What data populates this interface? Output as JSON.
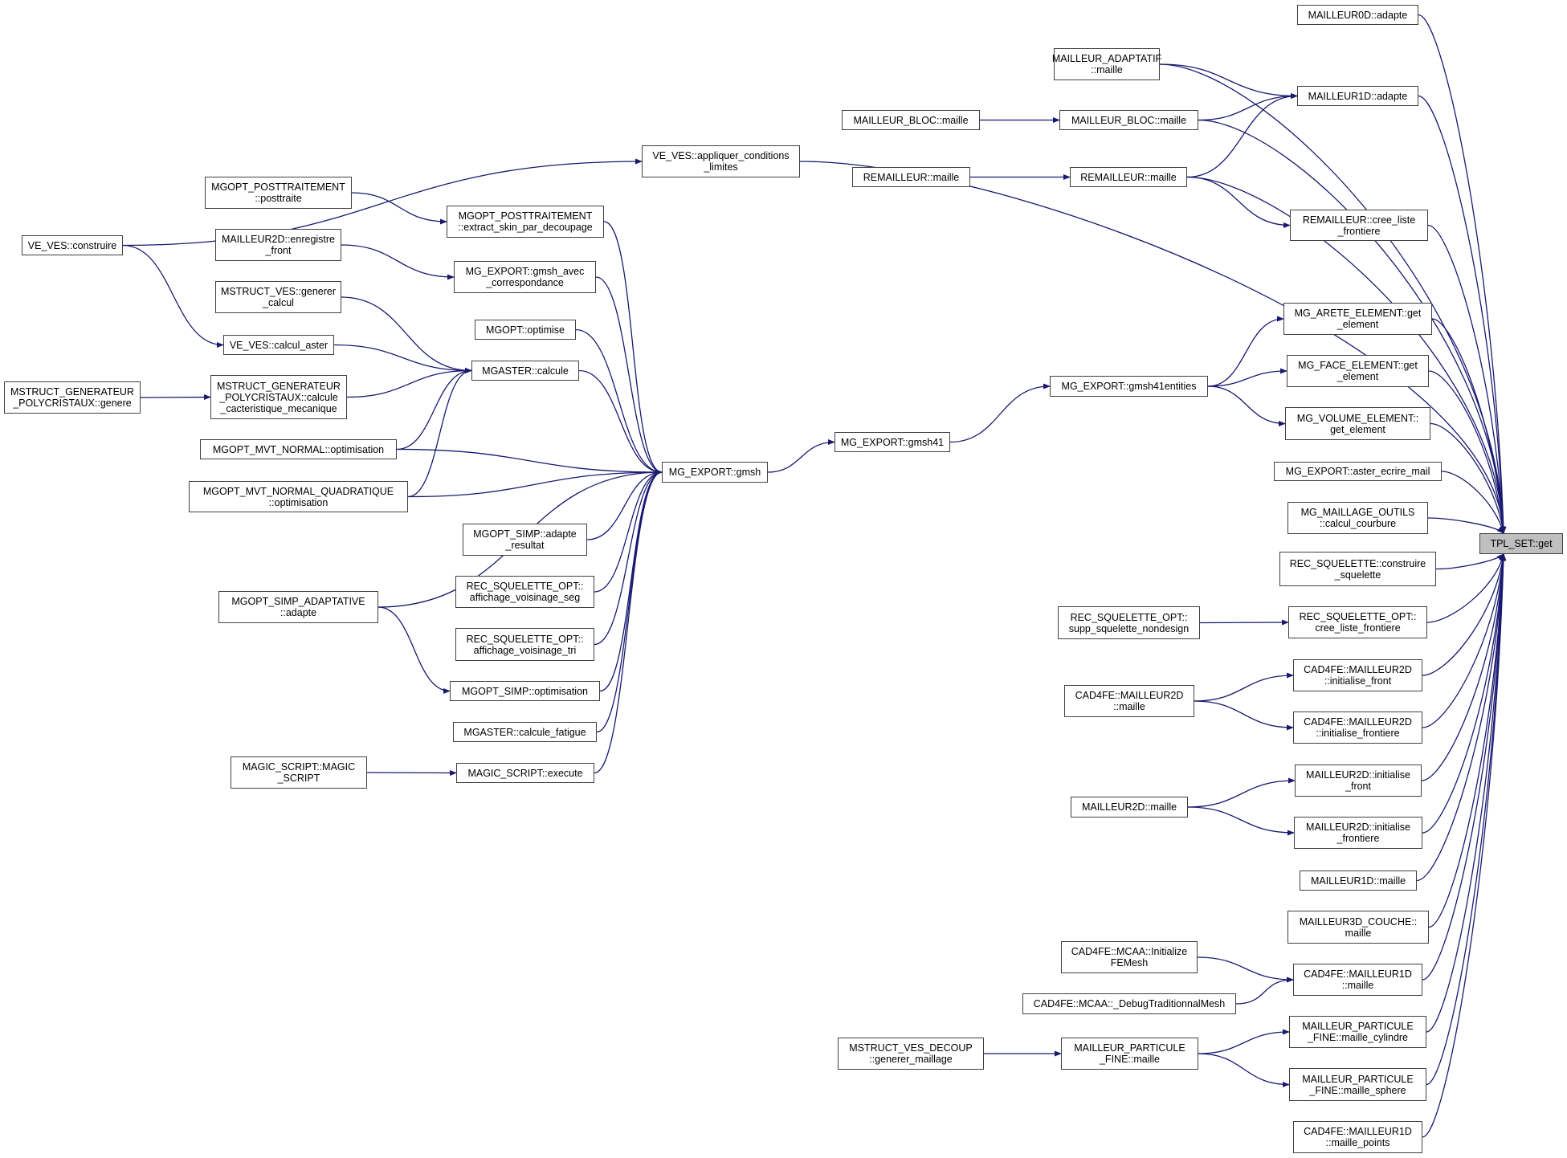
{
  "diagram": {
    "type": "caller-graph",
    "root": "TPL_SET::get",
    "colors": {
      "edge": "#191970",
      "node_border": "#404040",
      "root_fill": "#bfbfbf",
      "node_fill": "#ffffff"
    },
    "nodes": [
      {
        "id": "tpl_set_get",
        "lines": [
          "TPL_SET::get"
        ],
        "root": true
      },
      {
        "id": "mailleur0d_adapte",
        "lines": [
          "MAILLEUR0D::adapte"
        ]
      },
      {
        "id": "mailleur_adaptatif_maille",
        "lines": [
          "MAILLEUR_ADAPTATIF",
          "::maille"
        ]
      },
      {
        "id": "mailleur1d_adapte",
        "lines": [
          "MAILLEUR1D::adapte"
        ]
      },
      {
        "id": "mailleur_bloc_maille_a",
        "lines": [
          "MAILLEUR_BLOC::maille"
        ]
      },
      {
        "id": "mailleur_bloc_maille_b",
        "lines": [
          "MAILLEUR_BLOC::maille"
        ]
      },
      {
        "id": "remailleur_maille_a",
        "lines": [
          "REMAILLEUR::maille"
        ]
      },
      {
        "id": "remailleur_maille_b",
        "lines": [
          "REMAILLEUR::maille"
        ]
      },
      {
        "id": "remailleur_cree_liste",
        "lines": [
          "REMAILLEUR::cree_liste",
          "_frontiere"
        ]
      },
      {
        "id": "ve_ves_appliquer",
        "lines": [
          "VE_VES::appliquer_conditions",
          "_limites"
        ]
      },
      {
        "id": "ve_ves_construire",
        "lines": [
          "VE_VES::construire"
        ]
      },
      {
        "id": "mgopt_post_posttraite",
        "lines": [
          "MGOPT_POSTTRAITEMENT",
          "::posttraite"
        ]
      },
      {
        "id": "mgopt_post_extract",
        "lines": [
          "MGOPT_POSTTRAITEMENT",
          "::extract_skin_par_decoupage"
        ]
      },
      {
        "id": "mailleur2d_enregistre",
        "lines": [
          "MAILLEUR2D::enregistre",
          "_front"
        ]
      },
      {
        "id": "mg_export_gmsh_avec",
        "lines": [
          "MG_EXPORT::gmsh_avec",
          "_correspondance"
        ]
      },
      {
        "id": "mstruct_ves_generer",
        "lines": [
          "MSTRUCT_VES::generer",
          "_calcul"
        ]
      },
      {
        "id": "mgopt_optimise",
        "lines": [
          "MGOPT::optimise"
        ]
      },
      {
        "id": "ve_ves_calcul_aster",
        "lines": [
          "VE_VES::calcul_aster"
        ]
      },
      {
        "id": "mgaster_calcule",
        "lines": [
          "MGASTER::calcule"
        ]
      },
      {
        "id": "mstruct_gen_genere",
        "lines": [
          "MSTRUCT_GENERATEUR",
          "_POLYCRISTAUX::genere"
        ]
      },
      {
        "id": "mstruct_gen_calcule",
        "lines": [
          "MSTRUCT_GENERATEUR",
          "_POLYCRISTAUX::calcule",
          "_cacteristique_mecanique"
        ]
      },
      {
        "id": "mgopt_mvt_normal",
        "lines": [
          "MGOPT_MVT_NORMAL::optimisation"
        ]
      },
      {
        "id": "mgopt_mvt_quad",
        "lines": [
          "MGOPT_MVT_NORMAL_QUADRATIQUE",
          "::optimisation"
        ]
      },
      {
        "id": "mg_export_gmsh",
        "lines": [
          "MG_EXPORT::gmsh"
        ]
      },
      {
        "id": "mgopt_simp_adapte_res",
        "lines": [
          "MGOPT_SIMP::adapte",
          "_resultat"
        ]
      },
      {
        "id": "mgopt_simp_adaptative",
        "lines": [
          "MGOPT_SIMP_ADAPTATIVE",
          "::adapte"
        ]
      },
      {
        "id": "rec_sq_opt_seg",
        "lines": [
          "REC_SQUELETTE_OPT::",
          "affichage_voisinage_seg"
        ]
      },
      {
        "id": "rec_sq_opt_tri",
        "lines": [
          "REC_SQUELETTE_OPT::",
          "affichage_voisinage_tri"
        ]
      },
      {
        "id": "mgopt_simp_optimisation",
        "lines": [
          "MGOPT_SIMP::optimisation"
        ]
      },
      {
        "id": "mgaster_calcule_fatigue",
        "lines": [
          "MGASTER::calcule_fatigue"
        ]
      },
      {
        "id": "magic_script_ctor",
        "lines": [
          "MAGIC_SCRIPT::MAGIC",
          "_SCRIPT"
        ]
      },
      {
        "id": "magic_script_execute",
        "lines": [
          "MAGIC_SCRIPT::execute"
        ]
      },
      {
        "id": "mg_export_gmsh41",
        "lines": [
          "MG_EXPORT::gmsh41"
        ]
      },
      {
        "id": "mg_export_gmsh41entities",
        "lines": [
          "MG_EXPORT::gmsh41entities"
        ]
      },
      {
        "id": "mg_arete_get",
        "lines": [
          "MG_ARETE_ELEMENT::get",
          "_element"
        ]
      },
      {
        "id": "mg_face_get",
        "lines": [
          "MG_FACE_ELEMENT::get",
          "_element"
        ]
      },
      {
        "id": "mg_volume_get",
        "lines": [
          "MG_VOLUME_ELEMENT::",
          "get_element"
        ]
      },
      {
        "id": "mg_export_aster",
        "lines": [
          "MG_EXPORT::aster_ecrire_mail"
        ]
      },
      {
        "id": "mg_maillage_outils",
        "lines": [
          "MG_MAILLAGE_OUTILS",
          "::calcul_courbure"
        ]
      },
      {
        "id": "rec_sq_construire",
        "lines": [
          "REC_SQUELETTE::construire",
          "_squelette"
        ]
      },
      {
        "id": "rec_sq_opt_supp",
        "lines": [
          "REC_SQUELETTE_OPT::",
          "supp_squelette_nondesign"
        ]
      },
      {
        "id": "rec_sq_opt_cree",
        "lines": [
          "REC_SQUELETTE_OPT::",
          "cree_liste_frontiere"
        ]
      },
      {
        "id": "cad4fe_m2d_maille",
        "lines": [
          "CAD4FE::MAILLEUR2D",
          "::maille"
        ]
      },
      {
        "id": "cad4fe_m2d_init_front",
        "lines": [
          "CAD4FE::MAILLEUR2D",
          "::initialise_front"
        ]
      },
      {
        "id": "cad4fe_m2d_init_frontiere",
        "lines": [
          "CAD4FE::MAILLEUR2D",
          "::initialise_frontiere"
        ]
      },
      {
        "id": "mailleur2d_maille",
        "lines": [
          "MAILLEUR2D::maille"
        ]
      },
      {
        "id": "mailleur2d_init_front",
        "lines": [
          "MAILLEUR2D::initialise",
          "_front"
        ]
      },
      {
        "id": "mailleur2d_init_frontiere",
        "lines": [
          "MAILLEUR2D::initialise",
          "_frontiere"
        ]
      },
      {
        "id": "mailleur1d_maille",
        "lines": [
          "MAILLEUR1D::maille"
        ]
      },
      {
        "id": "mailleur3d_couche",
        "lines": [
          "MAILLEUR3D_COUCHE::",
          "maille"
        ]
      },
      {
        "id": "cad4fe_mcaa_init",
        "lines": [
          "CAD4FE::MCAA::Initialize",
          "FEMesh"
        ]
      },
      {
        "id": "cad4fe_mcaa_debug",
        "lines": [
          "CAD4FE::MCAA::_DebugTraditionnalMesh"
        ]
      },
      {
        "id": "cad4fe_m1d_maille",
        "lines": [
          "CAD4FE::MAILLEUR1D",
          "::maille"
        ]
      },
      {
        "id": "mstruct_ves_decoup",
        "lines": [
          "MSTRUCT_VES_DECOUP",
          "::generer_maillage"
        ]
      },
      {
        "id": "mailleur_part_maille",
        "lines": [
          "MAILLEUR_PARTICULE",
          "_FINE::maille"
        ]
      },
      {
        "id": "mailleur_part_cyl",
        "lines": [
          "MAILLEUR_PARTICULE",
          "_FINE::maille_cylindre"
        ]
      },
      {
        "id": "mailleur_part_sphere",
        "lines": [
          "MAILLEUR_PARTICULE",
          "_FINE::maille_sphere"
        ]
      },
      {
        "id": "cad4fe_m1d_points",
        "lines": [
          "CAD4FE::MAILLEUR1D",
          "::maille_points"
        ]
      }
    ],
    "edges": [
      [
        "mailleur0d_adapte",
        "tpl_set_get"
      ],
      [
        "mailleur_adaptatif_maille",
        "tpl_set_get"
      ],
      [
        "mailleur_adaptatif_maille",
        "mailleur1d_adapte"
      ],
      [
        "mailleur1d_adapte",
        "tpl_set_get"
      ],
      [
        "mailleur_bloc_maille_a",
        "mailleur_bloc_maille_b"
      ],
      [
        "mailleur_bloc_maille_b",
        "mailleur1d_adapte"
      ],
      [
        "mailleur_bloc_maille_b",
        "tpl_set_get"
      ],
      [
        "remailleur_maille_a",
        "remailleur_maille_b"
      ],
      [
        "remailleur_maille_b",
        "mailleur1d_adapte"
      ],
      [
        "remailleur_maille_b",
        "tpl_set_get"
      ],
      [
        "remailleur_maille_b",
        "remailleur_cree_liste"
      ],
      [
        "remailleur_cree_liste",
        "tpl_set_get"
      ],
      [
        "ve_ves_construire",
        "ve_ves_appliquer"
      ],
      [
        "ve_ves_construire",
        "ve_ves_calcul_aster"
      ],
      [
        "ve_ves_appliquer",
        "tpl_set_get"
      ],
      [
        "mgopt_post_posttraite",
        "mgopt_post_extract"
      ],
      [
        "mgopt_post_extract",
        "mg_export_gmsh"
      ],
      [
        "mailleur2d_enregistre",
        "mg_export_gmsh_avec"
      ],
      [
        "mg_export_gmsh_avec",
        "mg_export_gmsh"
      ],
      [
        "mstruct_ves_generer",
        "mgaster_calcule"
      ],
      [
        "mgopt_optimise",
        "mg_export_gmsh"
      ],
      [
        "ve_ves_calcul_aster",
        "mgaster_calcule"
      ],
      [
        "mstruct_gen_genere",
        "mstruct_gen_calcule"
      ],
      [
        "mstruct_gen_calcule",
        "mgaster_calcule"
      ],
      [
        "mgopt_mvt_normal",
        "mgaster_calcule"
      ],
      [
        "mgopt_mvt_normal",
        "mg_export_gmsh"
      ],
      [
        "mgopt_mvt_quad",
        "mgaster_calcule"
      ],
      [
        "mgopt_mvt_quad",
        "mg_export_gmsh"
      ],
      [
        "mgaster_calcule",
        "mg_export_gmsh"
      ],
      [
        "mgopt_simp_adaptative",
        "mg_export_gmsh"
      ],
      [
        "mgopt_simp_adaptative",
        "mgopt_simp_optimisation"
      ],
      [
        "mgopt_simp_adapte_res",
        "mg_export_gmsh"
      ],
      [
        "rec_sq_opt_seg",
        "mg_export_gmsh"
      ],
      [
        "rec_sq_opt_tri",
        "mg_export_gmsh"
      ],
      [
        "mgopt_simp_optimisation",
        "mg_export_gmsh"
      ],
      [
        "mgaster_calcule_fatigue",
        "mg_export_gmsh"
      ],
      [
        "magic_script_ctor",
        "magic_script_execute"
      ],
      [
        "magic_script_execute",
        "mg_export_gmsh"
      ],
      [
        "mg_export_gmsh",
        "mg_export_gmsh41"
      ],
      [
        "mg_export_gmsh41",
        "mg_export_gmsh41entities"
      ],
      [
        "mg_export_gmsh41entities",
        "mg_arete_get"
      ],
      [
        "mg_export_gmsh41entities",
        "mg_face_get"
      ],
      [
        "mg_export_gmsh41entities",
        "mg_volume_get"
      ],
      [
        "mg_arete_get",
        "tpl_set_get"
      ],
      [
        "mg_face_get",
        "tpl_set_get"
      ],
      [
        "mg_volume_get",
        "tpl_set_get"
      ],
      [
        "mg_export_aster",
        "tpl_set_get"
      ],
      [
        "mg_maillage_outils",
        "tpl_set_get"
      ],
      [
        "rec_sq_construire",
        "tpl_set_get"
      ],
      [
        "rec_sq_opt_supp",
        "rec_sq_opt_cree"
      ],
      [
        "rec_sq_opt_cree",
        "tpl_set_get"
      ],
      [
        "cad4fe_m2d_maille",
        "cad4fe_m2d_init_front"
      ],
      [
        "cad4fe_m2d_maille",
        "cad4fe_m2d_init_frontiere"
      ],
      [
        "cad4fe_m2d_init_front",
        "tpl_set_get"
      ],
      [
        "cad4fe_m2d_init_frontiere",
        "tpl_set_get"
      ],
      [
        "mailleur2d_maille",
        "mailleur2d_init_front"
      ],
      [
        "mailleur2d_maille",
        "mailleur2d_init_frontiere"
      ],
      [
        "mailleur2d_init_front",
        "tpl_set_get"
      ],
      [
        "mailleur2d_init_frontiere",
        "tpl_set_get"
      ],
      [
        "mailleur1d_maille",
        "tpl_set_get"
      ],
      [
        "mailleur3d_couche",
        "tpl_set_get"
      ],
      [
        "cad4fe_mcaa_init",
        "cad4fe_m1d_maille"
      ],
      [
        "cad4fe_mcaa_debug",
        "cad4fe_m1d_maille"
      ],
      [
        "cad4fe_m1d_maille",
        "tpl_set_get"
      ],
      [
        "mstruct_ves_decoup",
        "mailleur_part_maille"
      ],
      [
        "mailleur_part_maille",
        "mailleur_part_cyl"
      ],
      [
        "mailleur_part_maille",
        "mailleur_part_sphere"
      ],
      [
        "mailleur_part_cyl",
        "tpl_set_get"
      ],
      [
        "mailleur_part_sphere",
        "tpl_set_get"
      ],
      [
        "cad4fe_m1d_points",
        "tpl_set_get"
      ]
    ]
  }
}
